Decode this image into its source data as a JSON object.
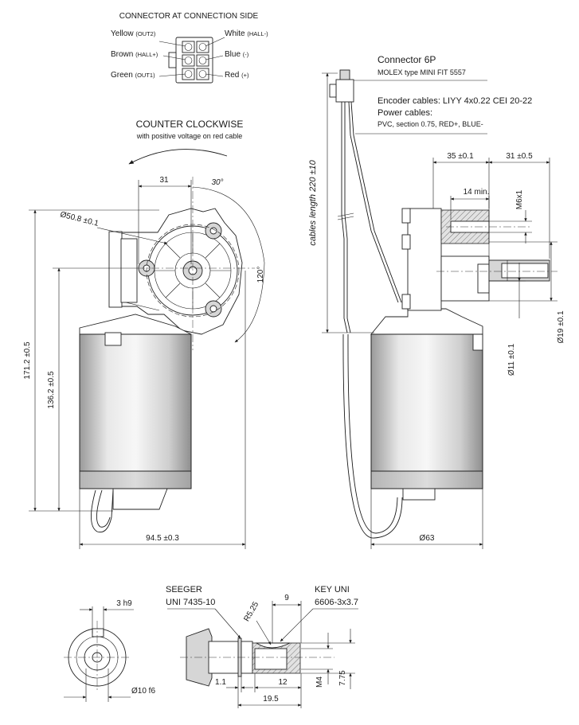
{
  "connector_diagram": {
    "title": "CONNECTOR AT CONNECTION SIDE",
    "pins_left": [
      {
        "name": "Yellow",
        "signal": "(OUT2)"
      },
      {
        "name": "Brown",
        "signal": "(HALL+)"
      },
      {
        "name": "Green",
        "signal": "(OUT1)"
      }
    ],
    "pins_right": [
      {
        "name": "White",
        "signal": "(HALL-)"
      },
      {
        "name": "Blue",
        "signal": "(-)"
      },
      {
        "name": "Red",
        "signal": "(+)"
      }
    ]
  },
  "front_view": {
    "rotation_title": "COUNTER CLOCKWISE",
    "rotation_note": "with positive voltage on red cable",
    "dim_bolt_offset": "31",
    "dim_angle_small": "30°",
    "dim_angle_large": "120°",
    "dim_bolt_circle": "Ø50.8 ±0.1",
    "dim_total_height": "171.2 ±0.5",
    "dim_axis_height": "136.2 ±0.5",
    "dim_width": "94.5 ±0.3"
  },
  "side_view": {
    "connector_title": "Connector 6P",
    "connector_type": "MOLEX type MINI FIT 5557",
    "encoder_cables": "Encoder cables: LIYY 4x0.22 CEI 20-22",
    "power_cables": "Power cables:",
    "power_cables_spec": "PVC, section 0.75, RED+, BLUE-",
    "dim_cable_length": "cables length  220 ±10",
    "dim_35": "35 ±0.1",
    "dim_31": "31 ±0.5",
    "dim_14": "14 min.",
    "dim_thread": "M6x1",
    "dim_d19": "Ø19 ±0.1",
    "dim_d11": "Ø11 ±0.1",
    "dim_d63": "Ø63"
  },
  "shaft_detail": {
    "dim_3h9": "3 h9",
    "dim_d10": "Ø10 f6",
    "seeger_label": "SEEGER",
    "seeger_spec": "UNI 7435-10",
    "key_label": "KEY UNI",
    "key_spec": "6606-3x3.7",
    "dim_r": "R5.25",
    "dim_9": "9",
    "dim_1_1": "1.1",
    "dim_12": "12",
    "dim_19_5": "19.5",
    "dim_m4": "M4",
    "dim_7_75": "7.75"
  }
}
